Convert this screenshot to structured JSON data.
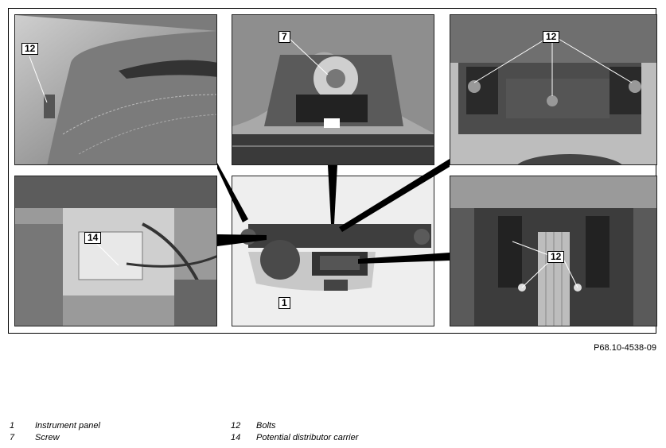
{
  "figure": {
    "callouts": {
      "top_left": "12",
      "top_center": "7",
      "top_right": "12",
      "mid_left": "14",
      "center": "1",
      "bottom_right": "12"
    },
    "doc_ref": "P68.10-4538-09"
  },
  "legend": [
    {
      "number": "1",
      "text": "Instrument panel"
    },
    {
      "number": "7",
      "text": "Screw"
    },
    {
      "number": "12",
      "text": "Bolts"
    },
    {
      "number": "14",
      "text": "Potential distributor carrier"
    }
  ]
}
